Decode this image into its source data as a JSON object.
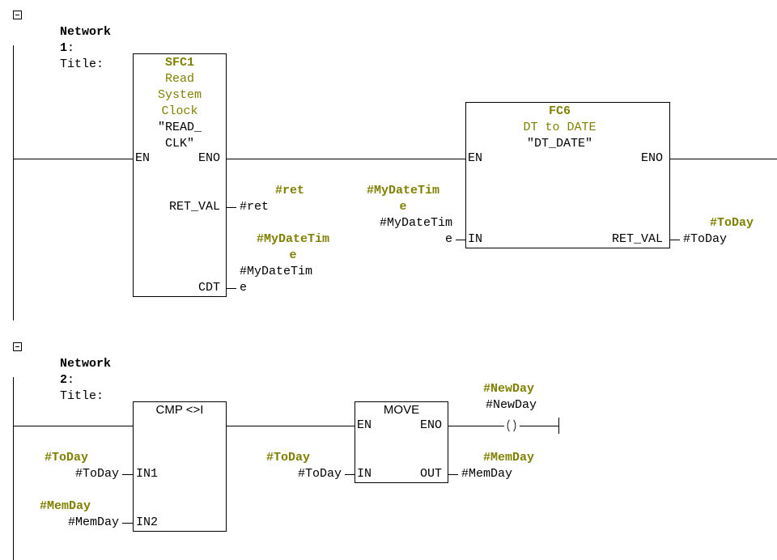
{
  "colors": {
    "accent": "#808000",
    "line": "#000000"
  },
  "networks": [
    {
      "label": "Network",
      "number": "1",
      "separator": ":",
      "title": "Title:",
      "icon": "collapse-minus-icon",
      "blocks": [
        {
          "id": "SFC1",
          "description": [
            "Read",
            "System",
            "Clock"
          ],
          "symbol": [
            "\"READ_",
            "CLK\""
          ],
          "pins": {
            "en": "EN",
            "eno": "ENO",
            "ret_val": "RET_VAL",
            "cdt": "CDT"
          },
          "operands": {
            "ret_val_symbol": "#ret",
            "ret_val_address": "#ret",
            "cdt_symbol": [
              "#MyDateTim",
              "e"
            ],
            "cdt_address": [
              "#MyDateTim",
              "e"
            ]
          }
        },
        {
          "id": "FC6",
          "description": [
            "DT to DATE"
          ],
          "symbol": [
            "\"DT_DATE\""
          ],
          "pins": {
            "en": "EN",
            "eno": "ENO",
            "in": "IN",
            "ret_val": "RET_VAL"
          },
          "operands": {
            "in_symbol": [
              "#MyDateTim",
              "e"
            ],
            "in_address": [
              "#MyDateTim",
              "e"
            ],
            "ret_val_symbol": "#ToDay",
            "ret_val_address": "#ToDay"
          }
        }
      ]
    },
    {
      "label": "Network",
      "number": "2",
      "separator": ":",
      "title": "Title:",
      "icon": "collapse-minus-icon",
      "compare": {
        "title": "CMP <>I",
        "pins": {
          "in1": "IN1",
          "in2": "IN2"
        },
        "in1_symbol": "#ToDay",
        "in1_address": "#ToDay",
        "in2_symbol": "#MemDay",
        "in2_address": "#MemDay"
      },
      "move": {
        "title": "MOVE",
        "pins": {
          "en": "EN",
          "eno": "ENO",
          "in": "IN",
          "out": "OUT"
        },
        "in_symbol": "#ToDay",
        "in_address": "#ToDay",
        "out_symbol": "#MemDay",
        "out_address": "#MemDay"
      },
      "coil": {
        "symbol": "#NewDay",
        "address": "#NewDay",
        "glyph": "( )"
      }
    }
  ]
}
